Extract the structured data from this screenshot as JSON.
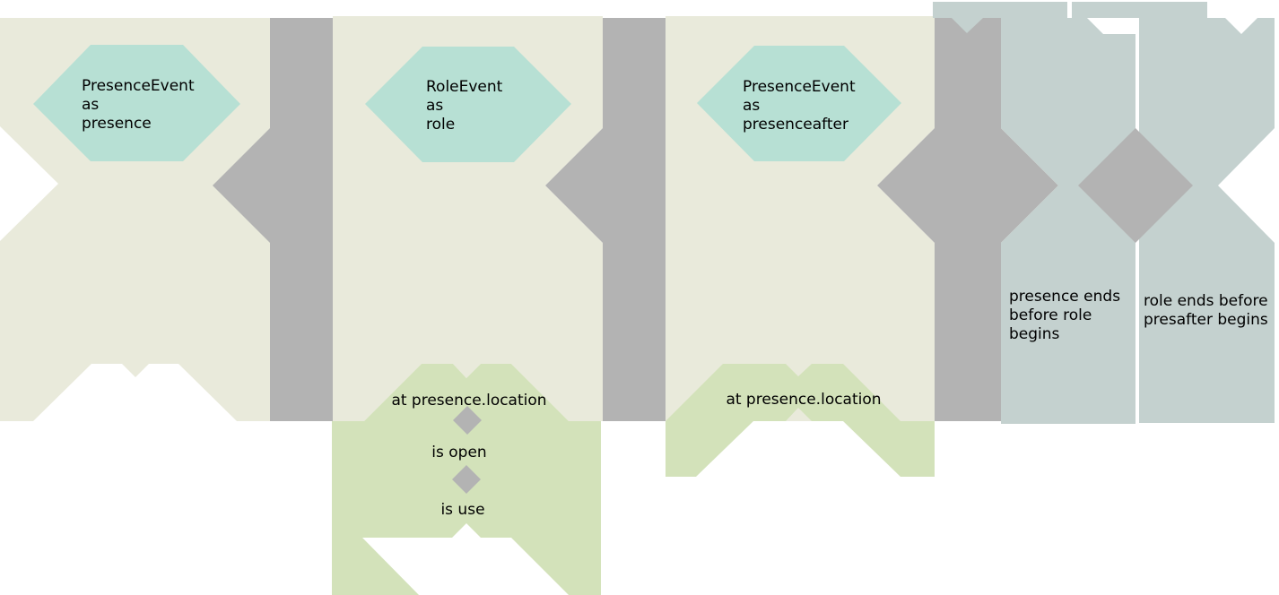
{
  "colors": {
    "block": "#E9EADB",
    "event": "#B7E0D4",
    "constraint": "#D3E2BA",
    "connector": "#B3B3B3",
    "condition": "#C4D1CF",
    "text": "#000000"
  },
  "events": [
    {
      "type": "PresenceEvent",
      "as": "as",
      "alias": "presence"
    },
    {
      "type": "RoleEvent",
      "as": "as",
      "alias": "role"
    },
    {
      "type": "PresenceEvent",
      "as": "as",
      "alias": "presenceafter"
    }
  ],
  "constraints": {
    "role": [
      "at presence.location",
      "is open",
      "is use"
    ],
    "presenceafter": [
      "at presence.location"
    ]
  },
  "conditions": [
    [
      "presence ends",
      "before role",
      "begins"
    ],
    [
      "role ends before",
      "presafter begins"
    ]
  ]
}
